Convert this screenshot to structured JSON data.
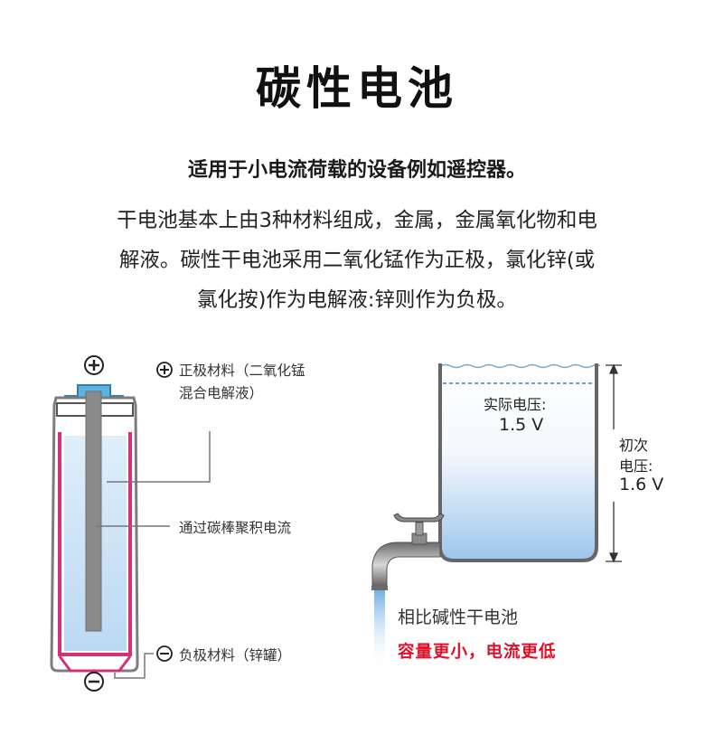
{
  "title": "碳性电池",
  "subtitle": "适用于小电流荷载的设备例如遥控器。",
  "description_lines": [
    "干电池基本上由3种材料组成，金属，金属氧化物和电",
    "解液。碳性干电池采用二氧化锰作为正极，氯化锌(或",
    "氯化按)作为电解液:锌则作为负极。"
  ],
  "battery": {
    "plus_label_line1": "正极材料（二氧化锰",
    "plus_label_line2": "混合电解液）",
    "rod_label": "通过碳棒聚积电流",
    "minus_label": "负极材料（锌罐）",
    "plus_symbol": "+",
    "minus_symbol": "−"
  },
  "tank": {
    "actual_voltage_label": "实际电压:",
    "actual_voltage_value": "1.5 V",
    "initial_voltage_label_line1": "初次",
    "initial_voltage_label_line2": "电压:",
    "initial_voltage_value": "1.6 V",
    "compare_label": "相比碱性干电池",
    "highlight_text": "容量更小，电流更低"
  },
  "colors": {
    "accent_red": "#e0102a",
    "pink_can": "#d6307a",
    "cap_blue": "#4aa8d8",
    "rod_gray": "#8a8a8a"
  }
}
